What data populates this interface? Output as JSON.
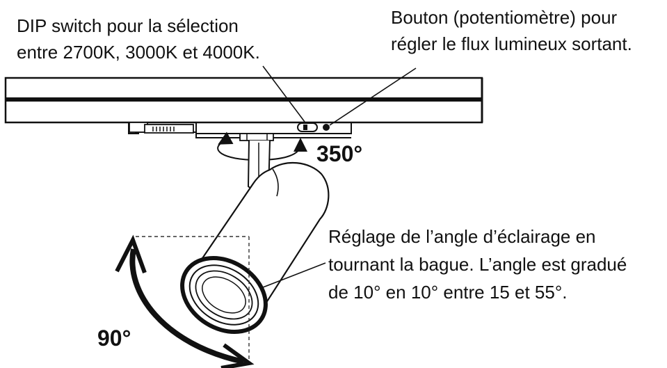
{
  "callouts": {
    "dip_switch": {
      "lines": [
        "DIP switch pour la sélection",
        "entre 2700K, 3000K et 4000K."
      ]
    },
    "dimmer": {
      "lines": [
        "Bouton (potentiomètre) pour",
        "régler le flux lumineux sortant."
      ]
    },
    "beam_angle": {
      "lines": [
        "Réglage de l’angle d’éclairage en",
        "tournant la bague. L’angle est gradué",
        "de 10° en 10° entre 15 et 55°."
      ]
    }
  },
  "angles": {
    "rotation": "350°",
    "tilt": "90°"
  }
}
